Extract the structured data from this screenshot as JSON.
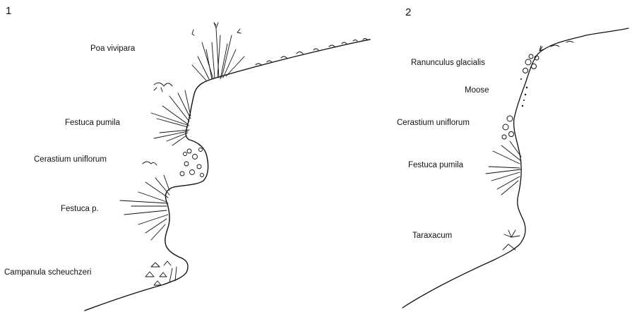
{
  "panels": [
    {
      "number": "1",
      "labels": [
        "Poa vivipara",
        "Festuca pumila",
        "Cerastium uniflorum",
        "Festuca p.",
        "Campanula scheuchzeri"
      ]
    },
    {
      "number": "2",
      "labels": [
        "Ranunculus glacialis",
        "Moose",
        "Cerastium uniflorum",
        "Festuca pumila",
        "Taraxacum"
      ]
    }
  ]
}
